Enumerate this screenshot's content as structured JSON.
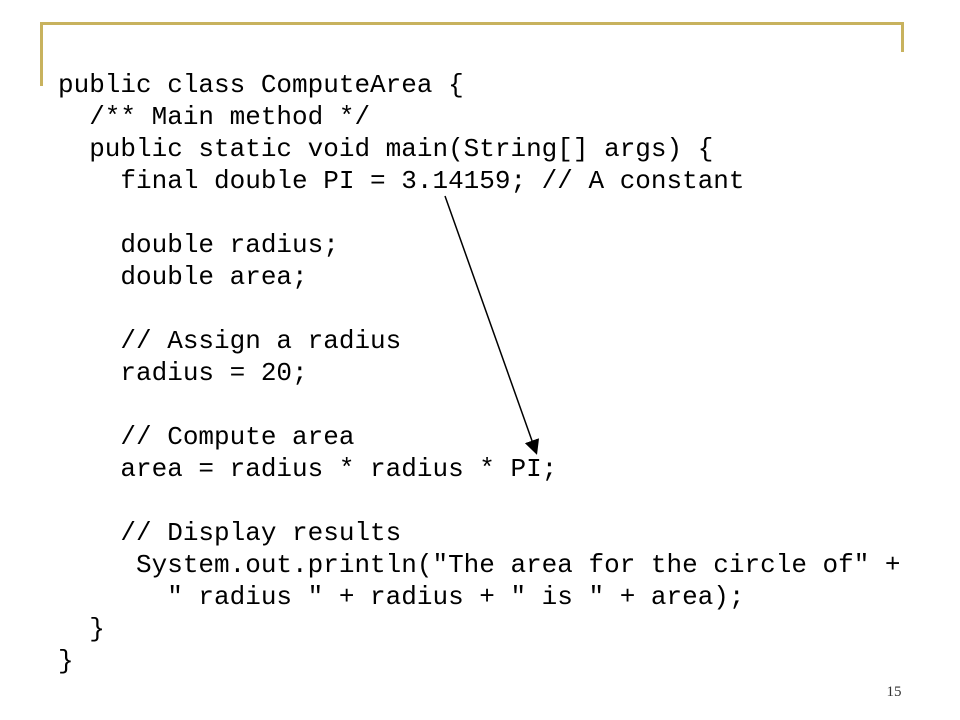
{
  "slide": {
    "page_number": "15",
    "frame_color": "#c8b25e",
    "code_lines": [
      {
        "text": "public class ComputeArea {"
      },
      {
        "text": "  /** Main method */"
      },
      {
        "text": "  public static void main(String[] args) {"
      },
      {
        "text": "    final double PI = 3.14159; // A constant"
      },
      {
        "text": ""
      },
      {
        "text": "    double radius;"
      },
      {
        "text": "    double area;"
      },
      {
        "text": ""
      },
      {
        "text": "    // Assign a radius"
      },
      {
        "text": "    radius = 20;"
      },
      {
        "text": ""
      },
      {
        "text": "    // Compute area"
      },
      {
        "text": "    area = radius * radius * PI;"
      },
      {
        "text": ""
      },
      {
        "text": "    // Display results"
      },
      {
        "text": "     System.out.println(\"The area for the circle of\" +"
      },
      {
        "text": "       \" radius \" + radius + \" is \" + area);"
      },
      {
        "text": "  }"
      },
      {
        "text": "}"
      }
    ]
  }
}
